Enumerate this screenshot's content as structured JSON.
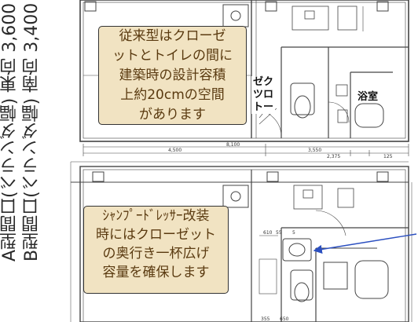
{
  "side_labels": {
    "a_type": "A型間口(ベランダ幅) 東向 3,600",
    "b_type": "B型間口(ベランダ幅) 南向 3,400"
  },
  "callout_top": {
    "lines": [
      "従来型はクローゼ",
      "ットとトイレの間に",
      "建築時の設計容積",
      "上約20cmの空間",
      "があります"
    ]
  },
  "callout_bottom": {
    "lines": [
      "ｼｬﾝﾌﾟｰﾄﾞﾚｯｻｰ改装",
      "時にはクローゼット",
      "の奥行き一杯広げ",
      "容量を確保します"
    ]
  },
  "room_labels": {
    "closet": [
      "ゼク",
      "ツロ",
      "トー"
    ],
    "bath": "浴室"
  },
  "dimensions": {
    "total": "8,100",
    "left": "4,500",
    "right": "3,550",
    "right_sub": "2,375",
    "corner": "125",
    "small_a": "610",
    "small_b": "55",
    "small_c": "5",
    "bottom_a": "355",
    "bottom_b": "650"
  },
  "colors": {
    "callout_fill": "#f1e3c2",
    "callout_text": "#5a3a10",
    "arrow": "#2b4fc0",
    "line": "#444444"
  }
}
